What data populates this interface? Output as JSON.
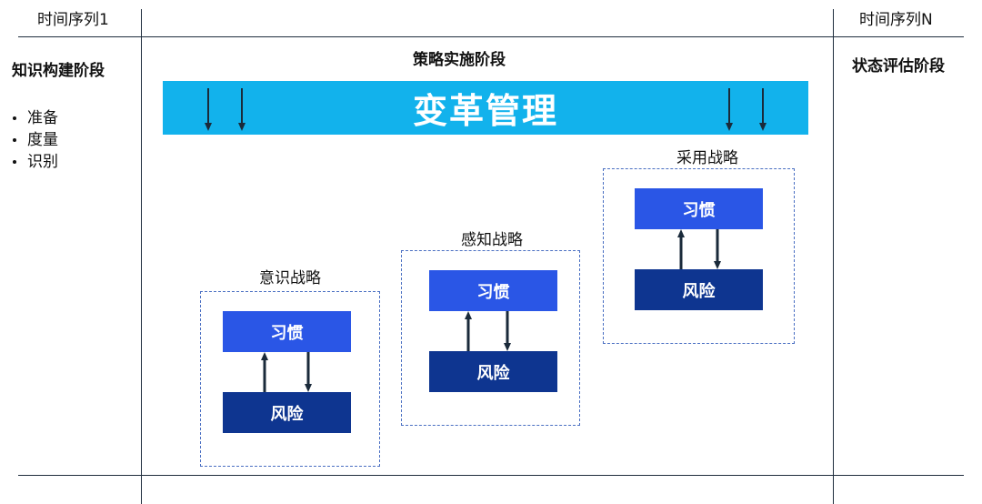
{
  "timeline": {
    "start_label": "时间序列1",
    "end_label": "时间序列N"
  },
  "phases": {
    "knowledge": {
      "title": "知识构建阶段",
      "items": [
        "准备",
        "度量",
        "识别"
      ]
    },
    "implementation": {
      "title": "策略实施阶段"
    },
    "evaluation": {
      "title": "状态评估阶段"
    }
  },
  "banner": {
    "label": "变革管理",
    "color": "#12b2ec"
  },
  "strategies": [
    {
      "label": "意识战略",
      "top_box": "习惯",
      "bottom_box": "风险"
    },
    {
      "label": "感知战略",
      "top_box": "习惯",
      "bottom_box": "风险"
    },
    {
      "label": "采用战略",
      "top_box": "习惯",
      "bottom_box": "风险"
    }
  ],
  "colors": {
    "habit_box": "#2a56e6",
    "risk_box": "#0e3590",
    "arrow": "#1a2a3a",
    "dashed_border": "#4a6fc2"
  },
  "icons": {
    "banner_arrow": "arrow-down-icon",
    "cycle_up": "arrow-up-icon",
    "cycle_down": "arrow-down-icon"
  }
}
